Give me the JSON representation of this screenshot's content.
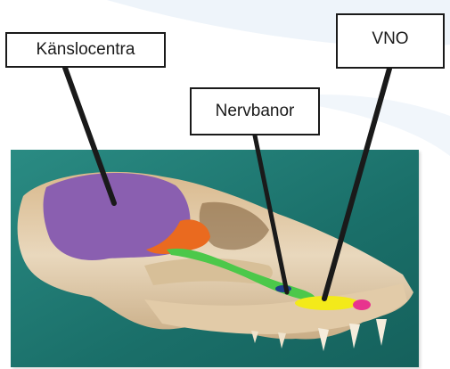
{
  "labels": {
    "sensory_centres": "Känslocentra",
    "nerve_pathways": "Nervbanor",
    "vno": "VNO"
  },
  "colors": {
    "sensory_centres_region": "#8a5fb0",
    "orange_region": "#ea6a1f",
    "nerve_pathways": "#4cc84a",
    "vno_organ": "#f3ea1a",
    "pink_region": "#e8348e",
    "background_cloth": "#1f7f78",
    "bone": "#e8d6b8"
  }
}
